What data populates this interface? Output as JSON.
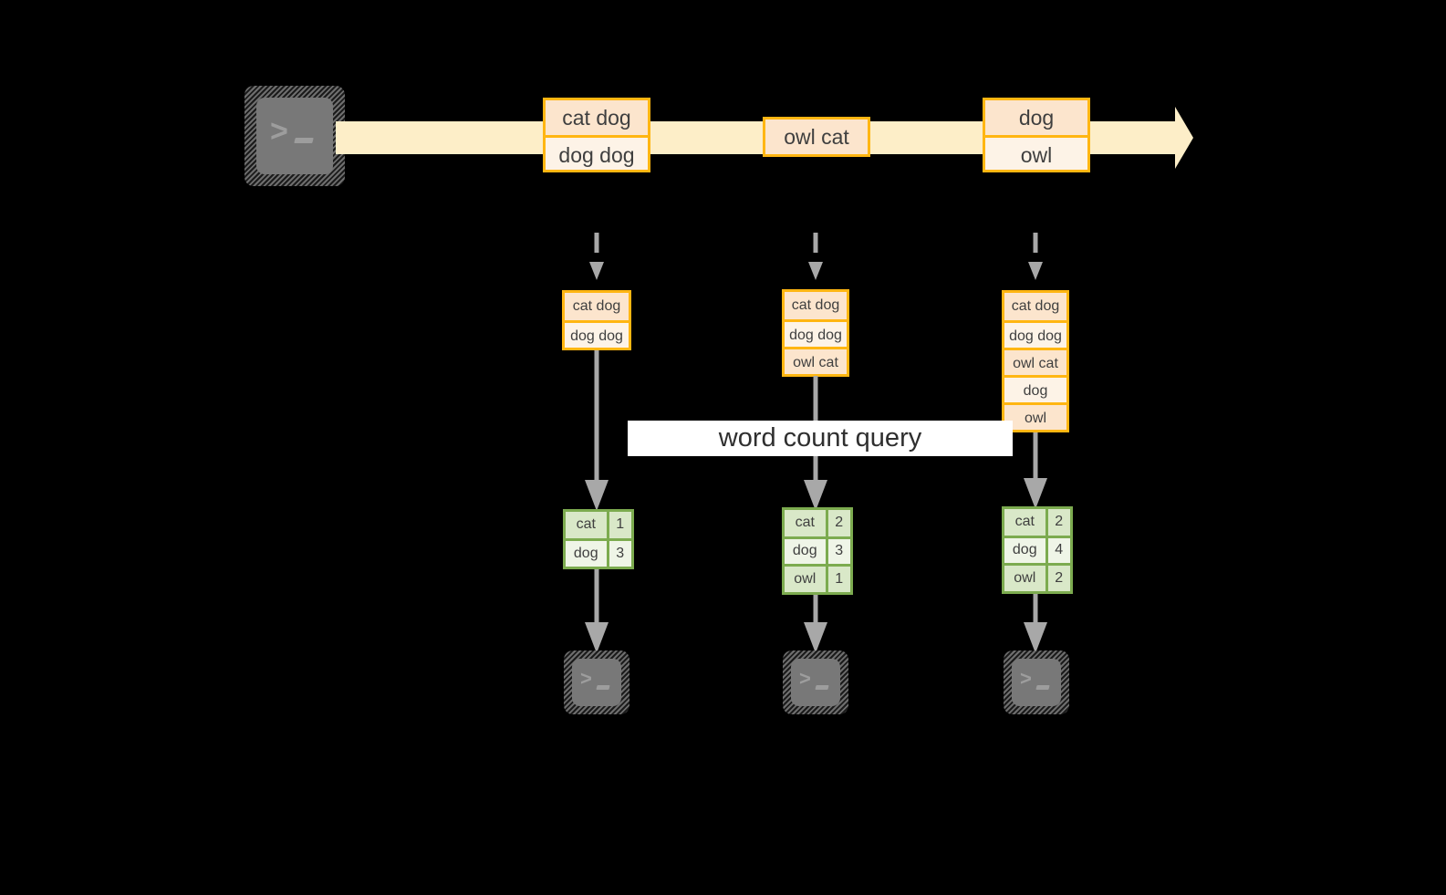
{
  "diagram": {
    "title_label": "word count query",
    "colors": {
      "stream_band": "#fdeec8",
      "event_border": "#ffb612",
      "event_fill_a": "#fce5cd",
      "event_fill_b": "#fdf3e7",
      "result_border": "#7cab4f",
      "result_fill_a": "#d9e8c8",
      "result_fill_b": "#eff5e7",
      "arrow": "#a8a8a8",
      "terminal": "#787878",
      "background": "#000000"
    }
  },
  "source": {
    "icon": "terminal-icon",
    "prompt": ">",
    "cursor": "_"
  },
  "stream": {
    "icon": "stream-arrow-icon",
    "events": [
      {
        "name": "event-1",
        "lines": [
          "cat dog",
          "dog dog"
        ]
      },
      {
        "name": "event-2",
        "lines": [
          "owl cat"
        ]
      },
      {
        "name": "event-3",
        "lines": [
          "dog",
          "owl"
        ]
      }
    ]
  },
  "columns": [
    {
      "name": "column-1",
      "feed_icon": "dashed-down-arrow-icon",
      "batch": {
        "rows": [
          "cat dog",
          "dog dog"
        ]
      },
      "result": {
        "rows": [
          {
            "word": "cat",
            "count": "1"
          },
          {
            "word": "dog",
            "count": "3"
          }
        ]
      },
      "sink": {
        "icon": "terminal-icon",
        "prompt": ">",
        "cursor": "_"
      }
    },
    {
      "name": "column-2",
      "feed_icon": "dashed-down-arrow-icon",
      "batch": {
        "rows": [
          "cat dog",
          "dog dog",
          "owl cat"
        ]
      },
      "result": {
        "rows": [
          {
            "word": "cat",
            "count": "2"
          },
          {
            "word": "dog",
            "count": "3"
          },
          {
            "word": "owl",
            "count": "1"
          }
        ]
      },
      "sink": {
        "icon": "terminal-icon",
        "prompt": ">",
        "cursor": "_"
      }
    },
    {
      "name": "column-3",
      "feed_icon": "dashed-down-arrow-icon",
      "batch": {
        "rows": [
          "cat dog",
          "dog dog",
          "owl cat",
          "dog",
          "owl"
        ]
      },
      "result": {
        "rows": [
          {
            "word": "cat",
            "count": "2"
          },
          {
            "word": "dog",
            "count": "4"
          },
          {
            "word": "owl",
            "count": "2"
          }
        ]
      },
      "sink": {
        "icon": "terminal-icon",
        "prompt": ">",
        "cursor": "_"
      }
    }
  ]
}
